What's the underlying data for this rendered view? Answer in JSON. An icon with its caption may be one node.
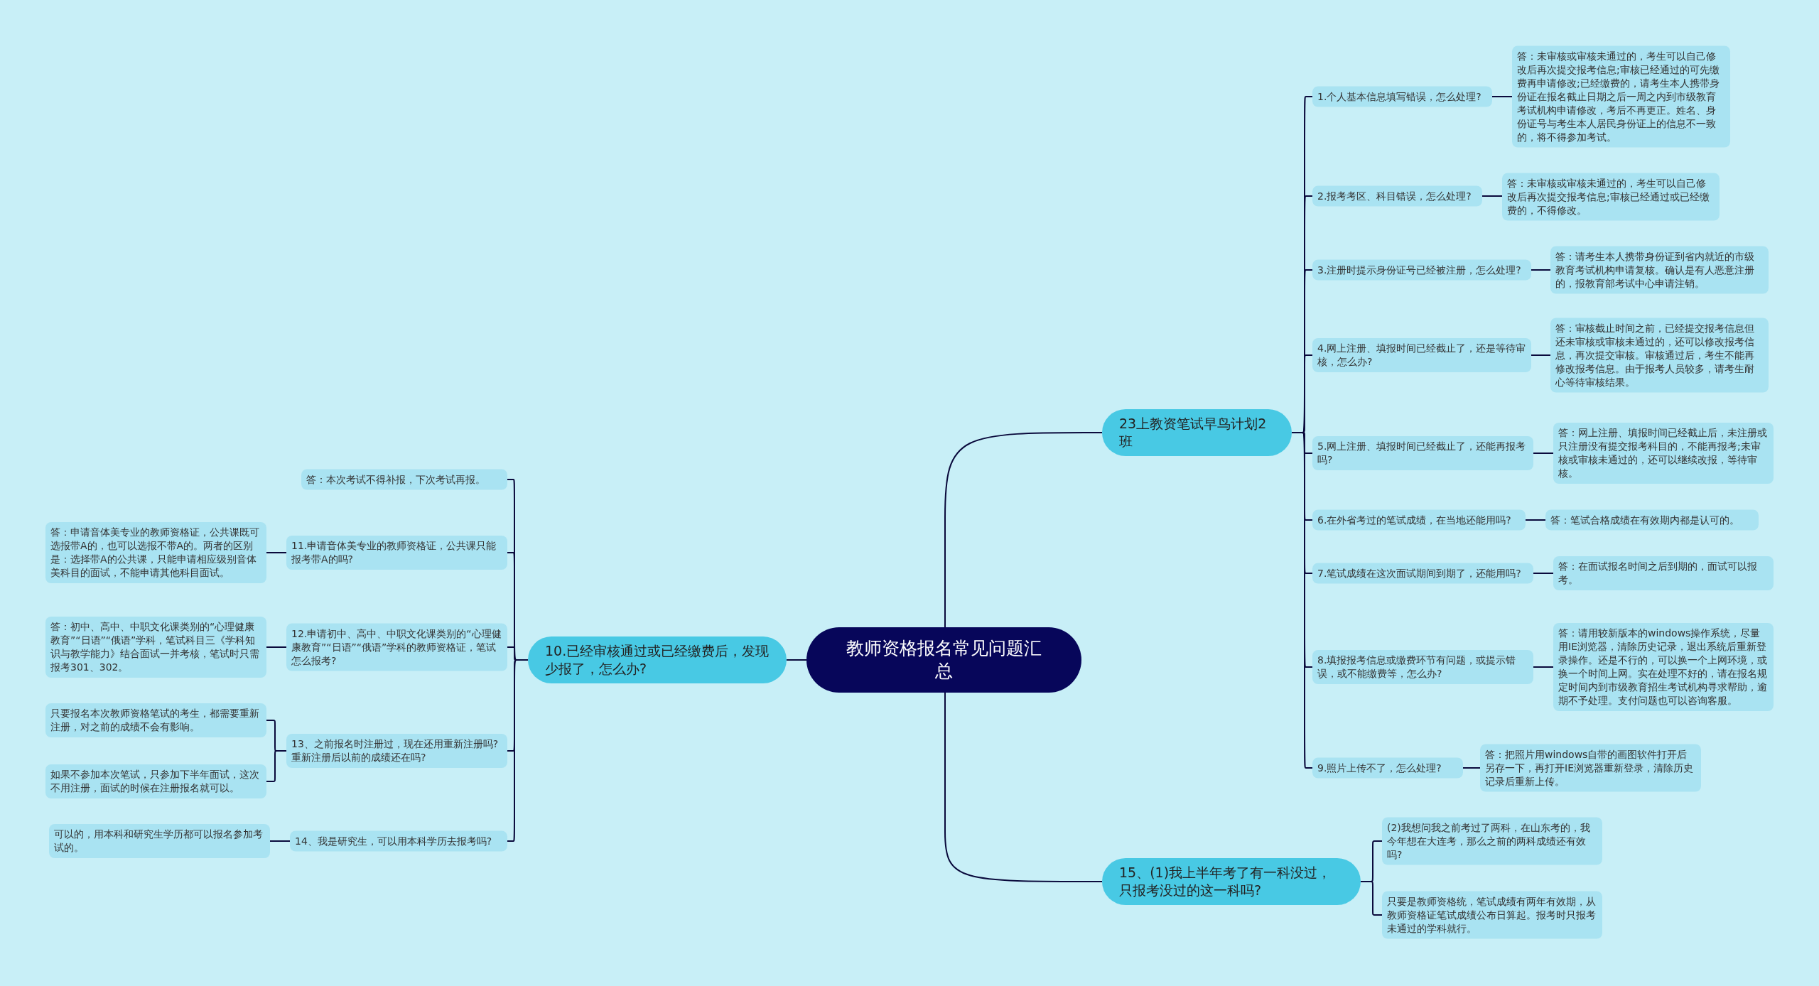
{
  "diagram": {
    "nodes": [
      {
        "text": [
          "教师资格报名常见问题汇总"
        ]
      },
      {
        "text": [
          "23上教资笔试早鸟计划2班"
        ]
      },
      {
        "text": [
          "1.个人基本信息填写错误，怎么处理?"
        ]
      },
      {
        "text": [
          "答：未审核或审核未通过的，考生可以自己修改后再次提交报考信息;审核已经通过的可先缴费再申请修改;已经缴费的，请考生本人携带身份证在报名截止日期之后一周之内到市级教育考试机构申请修改，考后不再更正。姓名、身份证号与考生本人居民身份证上的信息不一致的，将不得参加考试。"
        ]
      },
      {
        "text": [
          "2.报考考区、科目错误，怎么处理?"
        ]
      },
      {
        "text": [
          "答：未审核或审核未通过的，考生可以自己修改后再次提交报考信息;审核已经通过或已经缴费的，不得修改。"
        ]
      },
      {
        "text": [
          "3.注册时提示身份证号已经被注册，怎么处理?"
        ]
      },
      {
        "text": [
          "答：请考生本人携带身份证到省内就近的市级教育考试机构申请复核。确认是有人恶意注册的，报教育部考试中心申请注销。"
        ]
      },
      {
        "text": [
          "4.网上注册、填报时间已经截止了，还是等待审核，怎么办?"
        ]
      },
      {
        "text": [
          "答：审核截止时间之前，已经提交报考信息但还未审核或审核未通过的，还可以修改报考信息，再次提交审核。审核通过后，考生不能再修改报考信息。由于报考人员较多，请考生耐心等待审核结果。"
        ]
      },
      {
        "text": [
          "5.网上注册、填报时间已经截止了，还能再报考吗?"
        ]
      },
      {
        "text": [
          "答：网上注册、填报时间已经截止后，未注册或只注册没有提交报考科目的，不能再报考;未审核或审核未通过的，还可以继续改报，等待审核。"
        ]
      },
      {
        "text": [
          "6.在外省考过的笔试成绩，在当地还能用吗?"
        ]
      },
      {
        "text": [
          "答：笔试合格成绩在有效期内都是认可的。"
        ]
      },
      {
        "text": [
          "7.笔试成绩在这次面试期间到期了，还能用吗?"
        ]
      },
      {
        "text": [
          "答：在面试报名时间之后到期的，面试可以报考。"
        ]
      },
      {
        "text": [
          "8.填报报考信息或缴费环节有问题，或提示错误，或不能缴费等，怎么办?"
        ]
      },
      {
        "text": [
          "答：请用较新版本的windows操作系统，尽量用IE浏览器，清除历史记录，退出系统后重新登录操作。还是不行的，可以换一个上网环境，或换一个时间上网。实在处理不好的，请在报名规定时间内到市级教育招生考试机构寻求帮助，逾期不予处理。支付问题也可以咨询客服。"
        ]
      },
      {
        "text": [
          "9.照片上传不了，怎么处理?"
        ]
      },
      {
        "text": [
          "答：把照片用windows自带的画图软件打开后另存一下，再打开IE浏览器重新登录，清除历史记录后重新上传。"
        ]
      },
      {
        "text": [
          "15、(1)我上半年考了有一科没过，只报考没过的这一科吗?"
        ]
      },
      {
        "text": [
          "(2)我想问我之前考过了两科，在山东考的，我今年想在大连考，那么之前的两科成绩还有效吗?"
        ]
      },
      {
        "text": [
          "只要是教师资格统，笔试成绩有两年有效期，从教师资格证笔试成绩公布日算起。报考时只报考未通过的学科就行。"
        ]
      },
      {
        "text": [
          "10.已经审核通过或已经缴费后，发现少报了，怎么办?"
        ]
      },
      {
        "text": [
          "答：本次考试不得补报，下次考试再报。"
        ]
      },
      {
        "text": [
          "11.申请音体美专业的教师资格证，公共课只能报考带A的吗?"
        ]
      },
      {
        "text": [
          "答：申请音体美专业的教师资格证，公共课既可选报带A的，也可以选报不带A的。两者的区别是：选择带A的公共课，只能申请相应级别音体美科目的面试，不能申请其他科目面试。"
        ]
      },
      {
        "text": [
          "12.申请初中、高中、中职文化课类别的“心理健康教育”“日语”“俄语”学科的教师资格证，笔试怎么报考?"
        ]
      },
      {
        "text": [
          "答：初中、高中、中职文化课类别的“心理健康教育”“日语”“俄语”学科，笔试科目三《学科知识与教学能力》结合面试一并考核，笔试时只需报考301、302。"
        ]
      },
      {
        "text": [
          "13、之前报名时注册过，现在还用重新注册吗?重新注册后以前的成绩还在吗?"
        ]
      },
      {
        "text": [
          "只要报名本次教师资格笔试的考生，都需要重新注册，对之前的成绩不会有影响。"
        ]
      },
      {
        "text": [
          "如果不参加本次笔试，只参加下半年面试，这次不用注册，面试的时候在注册报名就可以。"
        ]
      },
      {
        "text": [
          "14、我是研究生，可以用本科学历去报考吗?"
        ]
      },
      {
        "text": [
          "可以的，用本科和研究生学历都可以报名参加考试的。"
        ]
      }
    ],
    "edges": [
      {
        "from": 0,
        "to": 1,
        "arrow": "none"
      },
      {
        "from": 1,
        "to": 2,
        "arrow": "none"
      },
      {
        "from": 2,
        "to": 3,
        "arrow": "none"
      },
      {
        "from": 1,
        "to": 4,
        "arrow": "none"
      },
      {
        "from": 4,
        "to": 5,
        "arrow": "none"
      },
      {
        "from": 1,
        "to": 6,
        "arrow": "none"
      },
      {
        "from": 6,
        "to": 7,
        "arrow": "none"
      },
      {
        "from": 1,
        "to": 8,
        "arrow": "none"
      },
      {
        "from": 8,
        "to": 9,
        "arrow": "none"
      },
      {
        "from": 1,
        "to": 10,
        "arrow": "none"
      },
      {
        "from": 10,
        "to": 11,
        "arrow": "none"
      },
      {
        "from": 1,
        "to": 12,
        "arrow": "none"
      },
      {
        "from": 12,
        "to": 13,
        "arrow": "none"
      },
      {
        "from": 1,
        "to": 14,
        "arrow": "none"
      },
      {
        "from": 14,
        "to": 15,
        "arrow": "none"
      },
      {
        "from": 1,
        "to": 16,
        "arrow": "none"
      },
      {
        "from": 16,
        "to": 17,
        "arrow": "none"
      },
      {
        "from": 1,
        "to": 18,
        "arrow": "none"
      },
      {
        "from": 18,
        "to": 19,
        "arrow": "none"
      },
      {
        "from": 0,
        "to": 20,
        "arrow": "none"
      },
      {
        "from": 20,
        "to": 21,
        "arrow": "none"
      },
      {
        "from": 20,
        "to": 22,
        "arrow": "none"
      },
      {
        "from": 0,
        "to": 23,
        "arrow": "none"
      },
      {
        "from": 23,
        "to": 24,
        "arrow": "none"
      },
      {
        "from": 23,
        "to": 25,
        "arrow": "none"
      },
      {
        "from": 25,
        "to": 26,
        "arrow": "none"
      },
      {
        "from": 23,
        "to": 27,
        "arrow": "none"
      },
      {
        "from": 27,
        "to": 28,
        "arrow": "none"
      },
      {
        "from": 23,
        "to": 29,
        "arrow": "none"
      },
      {
        "from": 29,
        "to": 30,
        "arrow": "none"
      },
      {
        "from": 29,
        "to": 31,
        "arrow": "none"
      },
      {
        "from": 23,
        "to": 32,
        "arrow": "none"
      },
      {
        "from": 32,
        "to": 33,
        "arrow": "none"
      }
    ]
  }
}
